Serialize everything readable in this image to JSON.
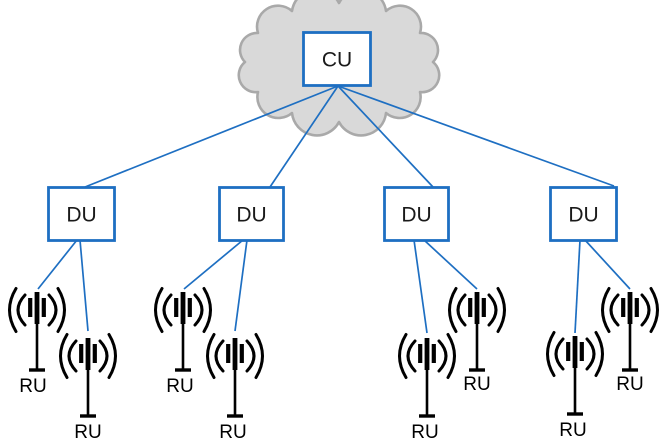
{
  "figure": {
    "type": "network-topology-diagram",
    "description": "RAN fronthaul topology: one CU in a cloud connected to four DUs, each DU connected to two RU antennas",
    "colors": {
      "link_blue": "#1e6fc2",
      "cloud_fill": "#d9d9d9",
      "cloud_stroke": "#a9a9a9",
      "text_black": "#000000"
    },
    "icons": {
      "cloud": "cloud-icon",
      "ru": "antenna-icon"
    },
    "cu": {
      "label": "CU"
    },
    "du_nodes": [
      {
        "label": "DU"
      },
      {
        "label": "DU"
      },
      {
        "label": "DU"
      },
      {
        "label": "DU"
      }
    ],
    "ru_nodes": [
      {
        "label": "RU"
      },
      {
        "label": "RU"
      },
      {
        "label": "RU"
      },
      {
        "label": "RU"
      },
      {
        "label": "RU"
      },
      {
        "label": "RU"
      },
      {
        "label": "RU"
      },
      {
        "label": "RU"
      }
    ]
  }
}
